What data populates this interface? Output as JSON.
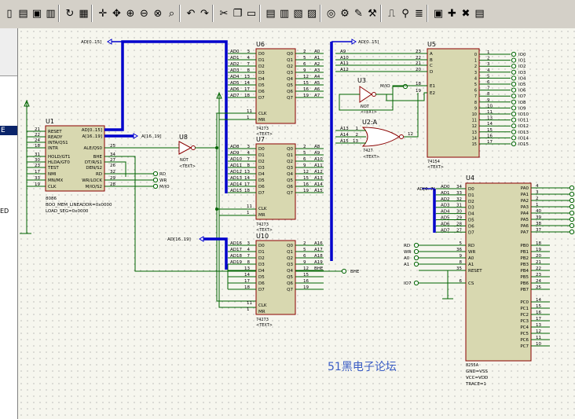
{
  "toolbar": {
    "buttons": [
      {
        "name": "new-file-icon",
        "glyph": "▯"
      },
      {
        "name": "open-folder-icon",
        "glyph": "▤"
      },
      {
        "name": "save-icon",
        "glyph": "▣"
      },
      {
        "name": "print-icon",
        "glyph": "▥"
      },
      {
        "name": "sep"
      },
      {
        "name": "refresh-icon",
        "glyph": "↻"
      },
      {
        "name": "grid-icon",
        "glyph": "▦"
      },
      {
        "name": "sep"
      },
      {
        "name": "origin-icon",
        "glyph": "✛"
      },
      {
        "name": "pan-icon",
        "glyph": "✥"
      },
      {
        "name": "zoom-in-icon",
        "glyph": "⊕"
      },
      {
        "name": "zoom-out-icon",
        "glyph": "⊖"
      },
      {
        "name": "zoom-all-icon",
        "glyph": "⊗"
      },
      {
        "name": "zoom-area-icon",
        "glyph": "⌕"
      },
      {
        "name": "sep"
      },
      {
        "name": "undo-icon",
        "glyph": "↶"
      },
      {
        "name": "redo-icon",
        "glyph": "↷"
      },
      {
        "name": "sep"
      },
      {
        "name": "cut-icon",
        "glyph": "✂"
      },
      {
        "name": "copy-icon",
        "glyph": "❐"
      },
      {
        "name": "paste-icon",
        "glyph": "▭"
      },
      {
        "name": "sep"
      },
      {
        "name": "block-copy-icon",
        "glyph": "▤"
      },
      {
        "name": "block-move-icon",
        "glyph": "▥"
      },
      {
        "name": "block-rotate-icon",
        "glyph": "▧"
      },
      {
        "name": "block-delete-icon",
        "glyph": "▨"
      },
      {
        "name": "sep"
      },
      {
        "name": "pick-device-icon",
        "glyph": "◎"
      },
      {
        "name": "make-device-icon",
        "glyph": "⚙"
      },
      {
        "name": "package-tool-icon",
        "glyph": "✎"
      },
      {
        "name": "decompose-icon",
        "glyph": "⚒"
      },
      {
        "name": "sep"
      },
      {
        "name": "wire-autorouter-icon",
        "glyph": "⎍"
      },
      {
        "name": "search-tag-icon",
        "glyph": "⚲"
      },
      {
        "name": "property-tool-icon",
        "glyph": "≣"
      },
      {
        "name": "sep"
      },
      {
        "name": "new-sheet-icon",
        "glyph": "▣"
      },
      {
        "name": "add-sheet-icon",
        "glyph": "✚"
      },
      {
        "name": "remove-sheet-icon",
        "glyph": "✖"
      },
      {
        "name": "netlist-icon",
        "glyph": "▤"
      }
    ]
  },
  "sidebar": {
    "selected_label": "E",
    "partial_label": "ED"
  },
  "colors": {
    "canvas": "#f6f6ee",
    "bus": "#0000cc",
    "wire": "#006400",
    "chip": "#d8d8b0",
    "chip_border": "#8b0000",
    "text": "#000000"
  },
  "schematic": {
    "watermark": "51黑电子论坛",
    "u1": {
      "ref": "U1",
      "part": "8086",
      "left_pins": [
        [
          "21",
          "RESET"
        ],
        [
          "22",
          "READY"
        ],
        [
          "24",
          "INTA/QS1"
        ],
        [
          "18",
          "INTR"
        ],
        [
          "31",
          "HOLD/GT1"
        ],
        [
          "30",
          "HLDA/GT0"
        ],
        [
          "23",
          "TEST"
        ],
        [
          "17",
          "NMI"
        ],
        [
          "33",
          "MN/MX"
        ],
        [
          "19",
          "CLK"
        ]
      ],
      "right_pins": [
        [
          "",
          "AD[0..15]"
        ],
        [
          "",
          "A[16..19]"
        ],
        [
          "25",
          "ALE/QS0"
        ],
        [
          "34",
          "BHE"
        ],
        [
          "27",
          "DT/R/S1"
        ],
        [
          "26",
          "DEN/S2"
        ],
        [
          "32",
          "RD"
        ],
        [
          "29",
          "WR/LOCK"
        ],
        [
          "28",
          "M/IO/S2"
        ]
      ],
      "props": [
        "BOO_MEM_LINEADDR=0x0000",
        "LOAD_SEG=0x0000"
      ]
    },
    "u8": {
      "ref": "U8",
      "part": "NOT",
      "text": "<TEXT>"
    },
    "u6": {
      "ref": "U6",
      "part": "74273",
      "text": "<TEXT>",
      "in_labels": [
        "AD0",
        "AD1",
        "AD2",
        "AD3",
        "AD4",
        "AD5",
        "AD6",
        "AD7"
      ],
      "in_nums": [
        "3",
        "4",
        "7",
        "8",
        "13",
        "14",
        "17",
        "18"
      ],
      "out_nums": [
        "2",
        "5",
        "6",
        "9",
        "12",
        "15",
        "16",
        "19"
      ],
      "out_labels": [
        "A0",
        "A1",
        "A2",
        "A3",
        "A4",
        "A5",
        "A6",
        "A7"
      ]
    },
    "u7": {
      "ref": "U7",
      "part": "74273",
      "text": "<TEXT>",
      "in_labels": [
        "AD8",
        "AD9",
        "AD10",
        "AD11",
        "AD12",
        "AD13",
        "AD14",
        "AD15"
      ],
      "in_nums": [
        "3",
        "4",
        "7",
        "8",
        "13",
        "14",
        "17",
        "18"
      ],
      "out_nums": [
        "2",
        "5",
        "6",
        "9",
        "12",
        "15",
        "16",
        "19"
      ],
      "out_labels": [
        "A8",
        "A9",
        "A10",
        "A11",
        "A12",
        "A13",
        "A14",
        "A15"
      ]
    },
    "u10": {
      "ref": "U10",
      "part": "74273",
      "text": "<TEXT>",
      "in_labels": [
        "AD16",
        "AD17",
        "AD18",
        "AD19",
        "",
        "",
        "",
        ""
      ],
      "in_nums": [
        "3",
        "4",
        "7",
        "8",
        "13",
        "14",
        "17",
        "18"
      ],
      "out_nums": [
        "2",
        "5",
        "6",
        "9",
        "12",
        "15",
        "16",
        "19"
      ],
      "out_labels": [
        "A16",
        "A17",
        "A18",
        "A19",
        "BHE",
        "",
        "",
        ""
      ]
    },
    "latch_pins": {
      "d": [
        "D0",
        "D1",
        "D2",
        "D3",
        "D4",
        "D5",
        "D6",
        "D7"
      ],
      "q": [
        "Q0",
        "Q1",
        "Q2",
        "Q3",
        "Q4",
        "Q5",
        "Q6",
        "Q7"
      ],
      "clk": "CLK",
      "mr": "MR"
    },
    "u5": {
      "ref": "U5",
      "part": "74154",
      "text": "<TEXT>",
      "in_labels": [
        "A9",
        "A10",
        "A11",
        "A12"
      ],
      "in_nums": [
        "23",
        "22",
        "21",
        "20"
      ],
      "in_pins": [
        "A",
        "B",
        "C",
        "D"
      ],
      "e_pins": [
        "E1",
        "E2"
      ],
      "e_nums": [
        "18",
        "19"
      ],
      "out_nums": [
        "1",
        "2",
        "3",
        "4",
        "5",
        "6",
        "7",
        "8",
        "9",
        "10",
        "11",
        "13",
        "14",
        "15",
        "16",
        "17"
      ],
      "out_pins": [
        "0",
        "1",
        "2",
        "3",
        "4",
        "5",
        "6",
        "7",
        "8",
        "9",
        "10",
        "11",
        "12",
        "13",
        "14",
        "15"
      ],
      "out_labels": [
        "IO0",
        "IO1",
        "IO2",
        "IO3",
        "IO4",
        "IO5",
        "IO6",
        "IO7",
        "IO8",
        "IO9",
        "IO10",
        "IO11",
        "IO12",
        "IO13",
        "IO14",
        "IO15"
      ]
    },
    "u3": {
      "ref": "U3",
      "part": "NOT",
      "text": "<TEXT>",
      "in": "M/IO"
    },
    "u2": {
      "ref": "U2:A",
      "part": "7427",
      "text": "<TEXT>",
      "in_labels": [
        "A13",
        "A14",
        "A15"
      ],
      "in_nums": [
        "1",
        "2",
        "13"
      ],
      "out_num": "12"
    },
    "u4": {
      "ref": "U4",
      "part": "8255A",
      "text": "<TEXT>",
      "d_labels": [
        "AD0",
        "AD1",
        "AD2",
        "AD3",
        "AD4",
        "AD5",
        "AD6",
        "AD7"
      ],
      "d_nums": [
        "34",
        "33",
        "32",
        "31",
        "30",
        "29",
        "28",
        "27"
      ],
      "d_pins": [
        "D0",
        "D1",
        "D2",
        "D3",
        "D4",
        "D5",
        "D6",
        "D7"
      ],
      "ctl_labels": [
        "RD",
        "WR",
        "A0",
        "A1",
        ""
      ],
      "ctl_nums": [
        "5",
        "36",
        "9",
        "8",
        "35"
      ],
      "ctl_pins": [
        "RD",
        "WR",
        "A0",
        "A1",
        "RESET"
      ],
      "cs_label": "IO7",
      "cs_num": "6",
      "cs_pin": "CS",
      "pa_pins": [
        "PA0",
        "PA1",
        "PA2",
        "PA3",
        "PA4",
        "PA5",
        "PA6",
        "PA7"
      ],
      "pa_nums": [
        "4",
        "3",
        "2",
        "1",
        "40",
        "39",
        "38",
        "37"
      ],
      "pb_pins": [
        "PB0",
        "PB1",
        "PB2",
        "PB3",
        "PB4",
        "PB5",
        "PB6",
        "PB7"
      ],
      "pb_nums": [
        "18",
        "19",
        "20",
        "21",
        "22",
        "23",
        "24",
        "25"
      ],
      "pc_pins": [
        "PC0",
        "PC1",
        "PC2",
        "PC3",
        "PC4",
        "PC5",
        "PC6",
        "PC7"
      ],
      "pc_nums": [
        "14",
        "15",
        "16",
        "17",
        "13",
        "12",
        "11",
        "10"
      ],
      "props": [
        "GND=VSS",
        "VCC=VDD",
        "TRACE=1"
      ]
    },
    "bus_labels": {
      "ad_top": "AD[0..15]",
      "ad_top2": "AD[0..15]",
      "a_hi": "A[16..19]",
      "ad_mid": "AD[16..19]",
      "ad_u4": "AD[0..7]",
      "bhe": "BHE"
    },
    "u1_right_labels": {
      "rd": "RD",
      "wr": "WR",
      "mio": "M/IO"
    }
  }
}
